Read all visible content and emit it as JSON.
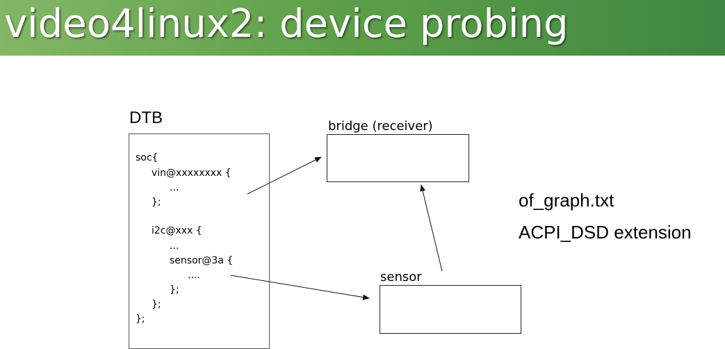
{
  "slide": {
    "title": "video4linux2: device probing"
  },
  "dtb": {
    "heading": "DTB",
    "lines": [
      "soc{",
      "vin@xxxxxxxx {",
      "...",
      "};",
      "i2c@xxx {",
      "...",
      "sensor@3a {",
      "....",
      "};",
      "};",
      "};"
    ]
  },
  "bridge": {
    "label": "bridge (receiver)"
  },
  "sensor": {
    "label": "sensor"
  },
  "notes": [
    "of_graph.txt",
    "ACPI_DSD extension"
  ],
  "colors": {
    "title_gradient_start": "#83b766",
    "title_gradient_end": "#3f8742",
    "title_text": "#ffffff"
  }
}
